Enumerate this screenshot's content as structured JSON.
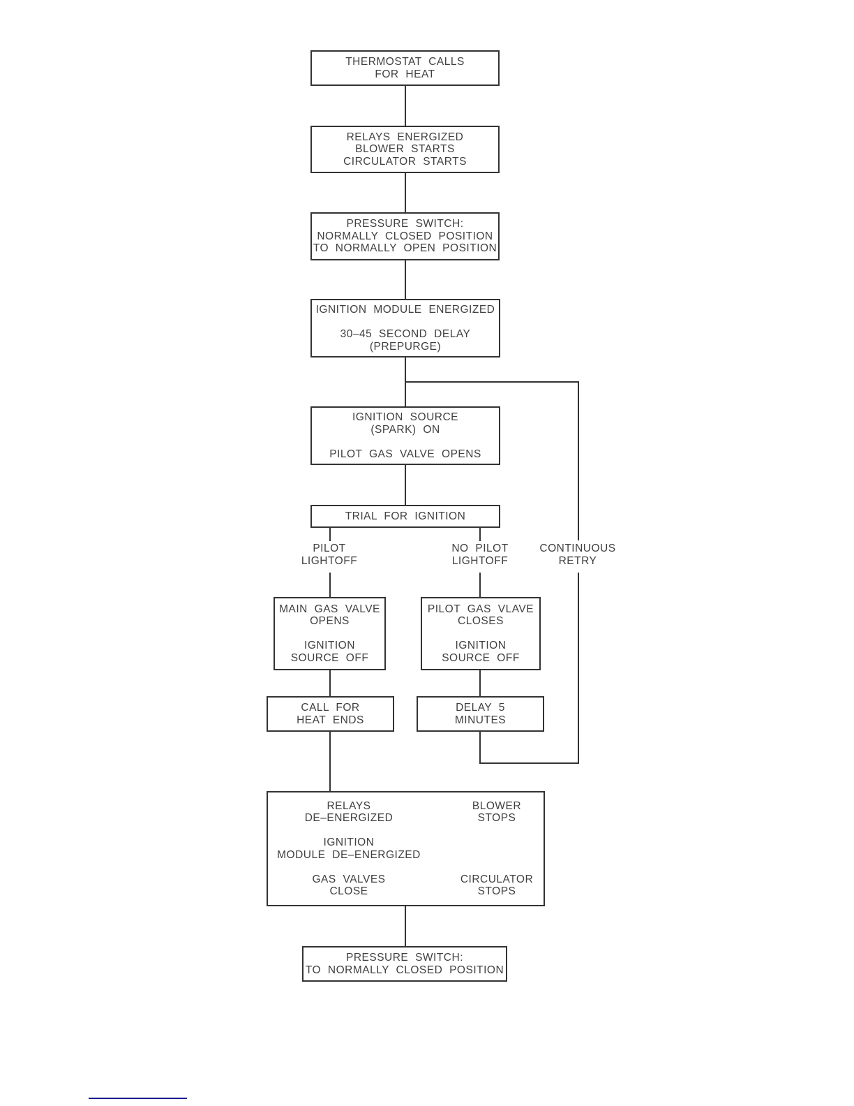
{
  "styles": {
    "line_color": "#333333",
    "text_color": "#404040",
    "footer_rule_color": "#1b1b8e",
    "background": "#ffffff"
  },
  "flowchart": {
    "boxes": {
      "thermostat": {
        "lines": [
          "THERMOSTAT CALLS",
          "FOR HEAT"
        ]
      },
      "relays_energized": {
        "lines": [
          "RELAYS ENERGIZED",
          "BLOWER STARTS",
          "CIRCULATOR STARTS"
        ]
      },
      "pressure_switch_open": {
        "lines": [
          "PRESSURE SWITCH:",
          "NORMALLY CLOSED POSITION",
          "TO NORMALLY OPEN POSITION"
        ]
      },
      "ignition_module": {
        "lines": [
          "IGNITION MODULE ENERGIZED",
          "",
          "30–45 SECOND DELAY",
          "(PREPURGE)"
        ]
      },
      "ignition_source": {
        "lines": [
          "IGNITION SOURCE",
          "(SPARK) ON",
          "",
          "PILOT GAS VALVE OPENS"
        ]
      },
      "trial_for_ignition": {
        "lines": [
          "TRIAL FOR IGNITION"
        ]
      },
      "main_gas_valve": {
        "lines": [
          "MAIN GAS VALVE",
          "OPENS",
          "",
          "IGNITION",
          "SOURCE OFF"
        ]
      },
      "pilot_gas_valve": {
        "lines": [
          "PILOT GAS VLAVE",
          "CLOSES",
          "",
          "IGNITION",
          "SOURCE OFF"
        ]
      },
      "call_for_heat_ends": {
        "lines": [
          "CALL FOR",
          "HEAT ENDS"
        ]
      },
      "delay_5_minutes": {
        "lines": [
          "DELAY 5",
          "MINUTES"
        ]
      },
      "shutdown_left_column": {
        "lines": [
          "RELAYS",
          "DE–ENERGIZED",
          "",
          "IGNITION",
          "MODULE DE–ENERGIZED",
          "",
          "GAS VALVES",
          "CLOSE"
        ]
      },
      "shutdown_right_column": {
        "lines": [
          "BLOWER",
          "STOPS",
          "",
          "",
          "",
          "",
          "CIRCULATOR",
          "STOPS"
        ]
      },
      "pressure_switch_closed": {
        "lines": [
          "PRESSURE SWITCH:",
          "TO NORMALLY CLOSED POSITION"
        ]
      }
    },
    "branch_labels": {
      "pilot_lightoff": {
        "lines": [
          "PILOT",
          "LIGHTOFF"
        ]
      },
      "no_pilot_lightoff": {
        "lines": [
          "NO PILOT",
          "LIGHTOFF"
        ]
      },
      "continuous_retry": {
        "lines": [
          "CONTINUOUS",
          "RETRY"
        ]
      }
    }
  }
}
